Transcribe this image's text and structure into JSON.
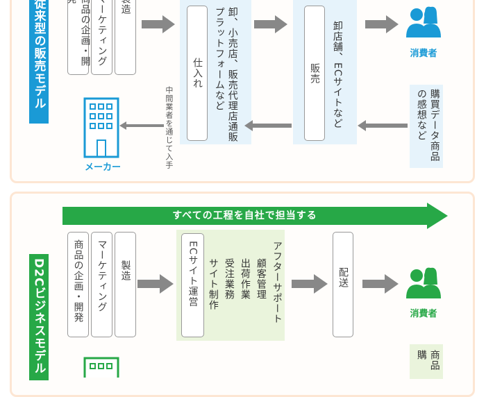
{
  "colors": {
    "blue": "#1a9ad6",
    "green": "#27a847",
    "gray_arrow": "#888888"
  },
  "traditional": {
    "label": "従来型の販売モデル",
    "maker_steps": [
      "商品の企画・開発",
      "マーケティング",
      "製造"
    ],
    "wholesale_box": "仕入れ",
    "wholesale_text": "卸、小売店、販売代理店通販プラットフォームなど",
    "retail_box": "販売",
    "retail_text": "卸店舗、ECサイトなど",
    "consumer_label": "消費者",
    "feedback_text": "購買データ商品の感想など",
    "middle_note": "中間業者を通じて入手",
    "maker_label": "メーカー"
  },
  "d2c": {
    "label": "D2Cビジネスモデル",
    "banner": "すべての工程を自社で担当する",
    "maker_steps": [
      "商品の企画・開発",
      "マーケティング",
      "製造"
    ],
    "ec_box": "ECサイト運営",
    "ec_tasks": [
      "サイト制作",
      "受注業務",
      "出荷作業",
      "顧客管理",
      "アフターサポート"
    ],
    "delivery_box": "配送",
    "consumer_label": "消費者",
    "feedback_text": "商品購"
  },
  "icons": [
    "building-icon",
    "consumer-icon",
    "arrow-right-icon",
    "arrow-left-icon"
  ]
}
